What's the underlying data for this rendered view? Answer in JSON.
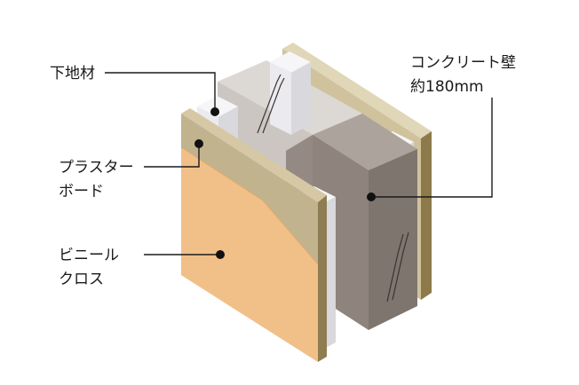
{
  "labels": {
    "furring": "下地材",
    "plasterboard_line1": "プラスター",
    "plasterboard_line2": "ボード",
    "vinyl_line1": "ビニール",
    "vinyl_line2": "クロス",
    "concrete_line1": "コンクリート壁",
    "concrete_line2": "約180mm"
  },
  "colors": {
    "vinyl_cloth": "#f1c088",
    "plasterboard": "#c2b38f",
    "concrete": "#958a83",
    "concrete_light": "#d6d2cf",
    "stud": "#ecebee",
    "back_board": "#cfc29c"
  }
}
